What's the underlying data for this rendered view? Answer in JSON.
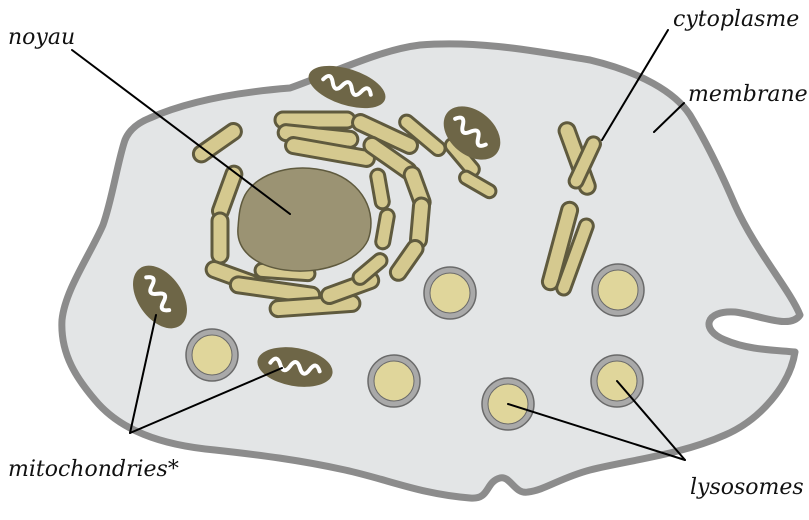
{
  "labels": {
    "noyau": "noyau",
    "cytoplasme": "cytoplasme",
    "membrane": "membrane",
    "mitochondries": "mitochondries*",
    "lysosomes": "lysosomes"
  },
  "colors": {
    "membrane": "#8c8c8c",
    "cytoplasm": "#e3e5e6",
    "nucleus": "#9b9373",
    "er_fill": "#d5c98f",
    "er_outline": "#5f5a3e",
    "mito_outer": "#6e6647",
    "mito_inner": "#ffffff",
    "lysosome_ring": "#a9a9a9",
    "lysosome_fill": "#e0d69b"
  }
}
